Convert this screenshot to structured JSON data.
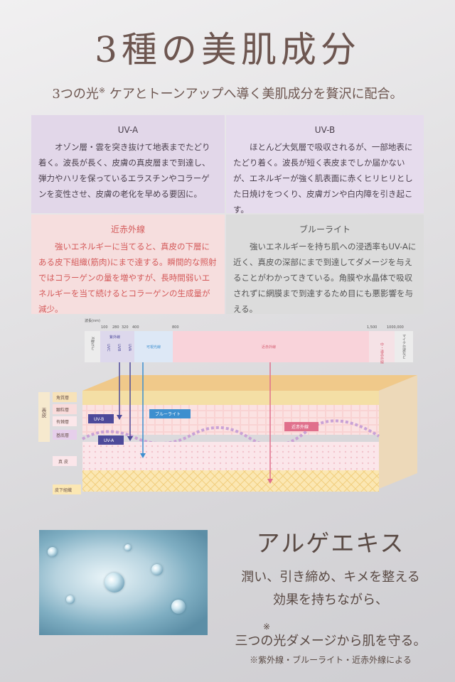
{
  "header": {
    "title": "3種の美肌成分",
    "subtitle": "3つの光",
    "subtitle_mark": "※",
    "subtitle_rest": " ケアとトーンアップへ導く美肌成分を贅沢に配合。"
  },
  "panels": {
    "uva": {
      "heading": "UV-A",
      "text": "オゾン層・雲を突き抜けて地表までたどり着く。波長が長く、皮膚の真皮層まで到達し、弾力やハリを保っているエラスチンやコラーゲンを変性させ、皮膚の老化を早める要因に。"
    },
    "uvb": {
      "heading": "UV-B",
      "text": "ほとんど大気層で吸収されるが、一部地表にたどり着く。波長が短く表皮までしか届かないが、エネルギーが強く肌表面に赤くヒリヒリとした日焼けをつくり、皮膚ガンや白内障を引き起こす。"
    },
    "nir": {
      "heading": "近赤外線",
      "text": "強いエネルギーに当てると、真皮の下層にある皮下組織(筋肉)にまで達する。瞬間的な照射ではコラーゲンの量を増やすが、長時間弱いエネルギーを当て続けるとコラーゲンの生成量が減少。"
    },
    "blue": {
      "heading": "ブルーライト",
      "text": "強いエネルギーを持ち肌への浸透率もUV-Aに近く、真皮の深部にまで到達してダメージを与えることがわかってきている。角膜や水晶体で吸収されずに網膜まで到達するため目にも悪影響を与える。"
    }
  },
  "diagram": {
    "axis_label": "波長(nm)",
    "ticks": [
      "100",
      "280",
      "320",
      "400",
      "800",
      "1,500",
      "1000,000"
    ],
    "bands": {
      "xray": "X線など",
      "uv": "紫外線",
      "uvc": "UVC",
      "uvb": "UVB",
      "uva": "UVA",
      "visible": "可視光線",
      "nir": "近赤外線",
      "far_ir": "中・遠赤外線",
      "micro": "マイクロ波など"
    },
    "layers": {
      "epidermis": "表皮",
      "stratum_corneum": "角質層",
      "granular": "顆粒層",
      "spinous": "有棘層",
      "basal": "基底層",
      "dermis": "真 皮",
      "subcutis": "皮下組織"
    },
    "tags": {
      "uvb": "UV-B",
      "uva": "UV-A",
      "blue": "ブルーライト",
      "nir": "近赤外線"
    },
    "colors": {
      "uv_arrow": "#4d4a9a",
      "blue_arrow": "#3d8fcf",
      "nir_arrow": "#e0708c",
      "skin_top": "#f0c98a",
      "dermis": "#fbe6ea",
      "subcutis": "#fbe7b3"
    }
  },
  "algae": {
    "title": "アルゲエキス",
    "line1": "潤い、引き締め、キメを整える",
    "line2": "効果を持ちながら、",
    "mark": "※",
    "line3": "三つの光ダメージから肌を守る。",
    "note": "※紫外線・ブルーライト・近赤外線による"
  }
}
